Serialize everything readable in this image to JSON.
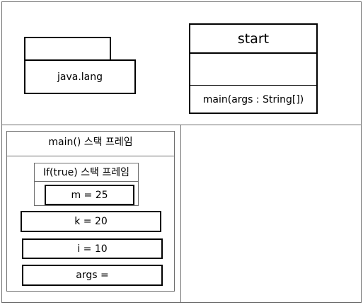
{
  "package": {
    "name": "java.lang"
  },
  "class_box": {
    "name": "start",
    "fields": "",
    "method": "main(args : String[])"
  },
  "stack": {
    "outer_frame": "main() 스택 프레임",
    "inner_frame": "If(true) 스택 프레임",
    "vars": [
      "m = 25",
      "k = 20",
      "i = 10",
      "args ="
    ]
  }
}
